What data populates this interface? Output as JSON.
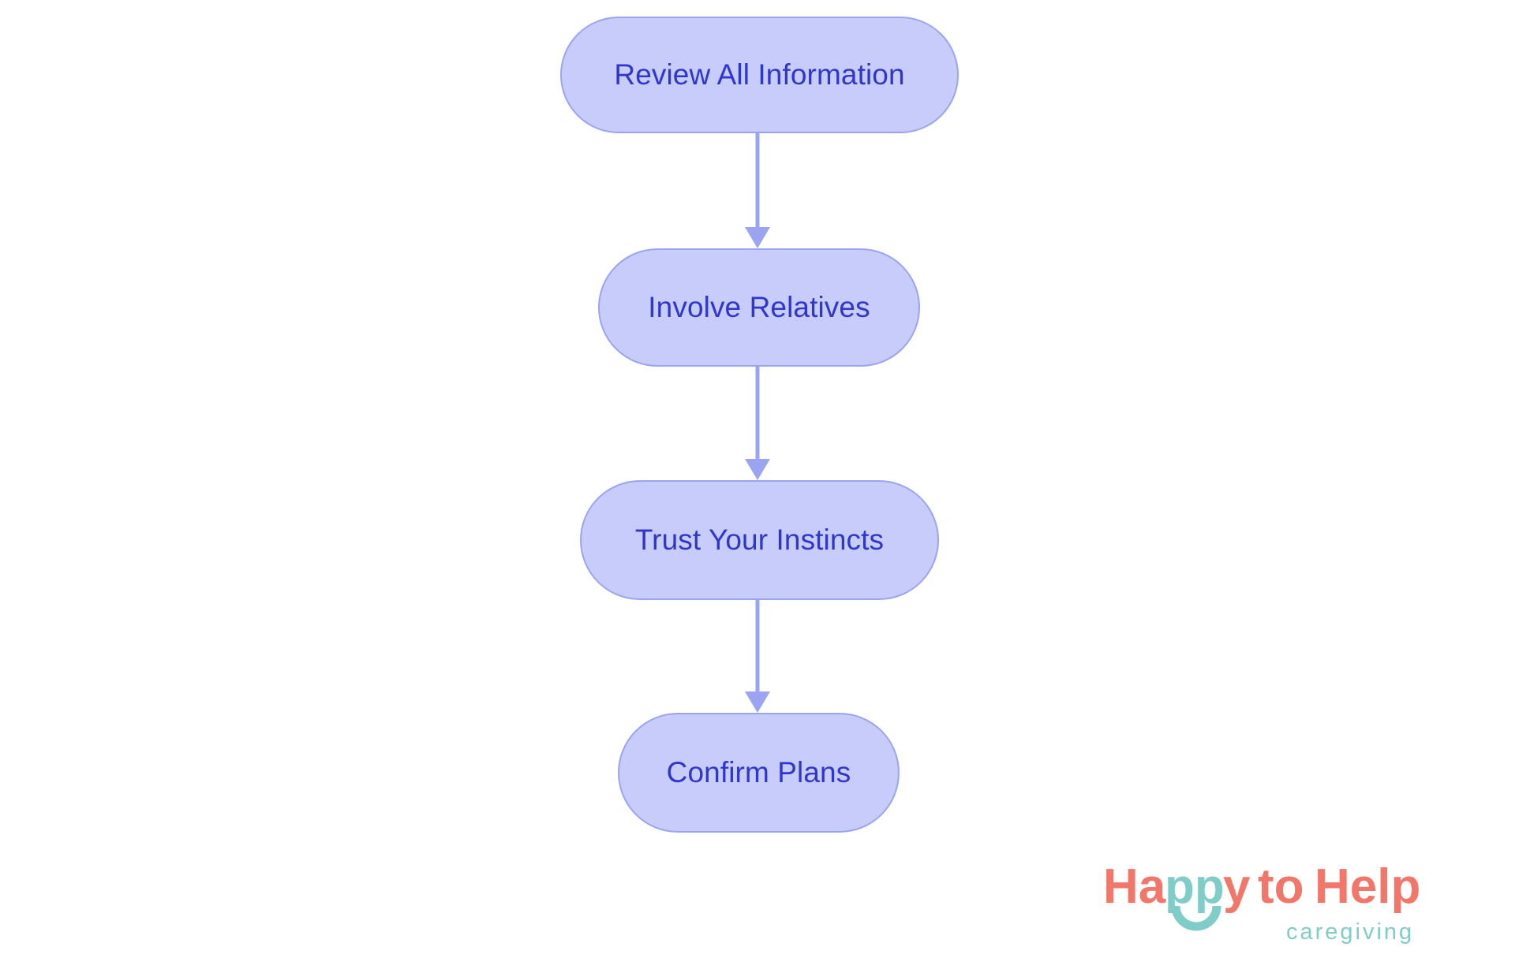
{
  "diagram": {
    "type": "flowchart",
    "orientation": "vertical",
    "background_color": "#ffffff",
    "node_fill_color": "#c8ccfa",
    "node_border_color": "#9ba4f0",
    "node_text_color": "#2f36cc",
    "connector_color": "#9ba4f0",
    "nodes": [
      {
        "id": "review-all-information",
        "label": "Review All Information"
      },
      {
        "id": "involve-relatives",
        "label": "Involve Relatives"
      },
      {
        "id": "trust-your-instincts",
        "label": "Trust Your Instincts"
      },
      {
        "id": "confirm-plans",
        "label": "Confirm Plans"
      }
    ],
    "edges": [
      {
        "from": "review-all-information",
        "to": "involve-relatives"
      },
      {
        "from": "involve-relatives",
        "to": "trust-your-instincts"
      },
      {
        "from": "trust-your-instincts",
        "to": "confirm-plans"
      }
    ]
  },
  "logo": {
    "word_happy": "Happy",
    "word_happy_prefix": "Ha",
    "word_happy_middle": "pp",
    "word_happy_suffix": "y",
    "word_to": "to",
    "word_help": "Help",
    "tagline": "caregiving",
    "primary_color": "#f0776a",
    "accent_color": "#7fccc8"
  }
}
